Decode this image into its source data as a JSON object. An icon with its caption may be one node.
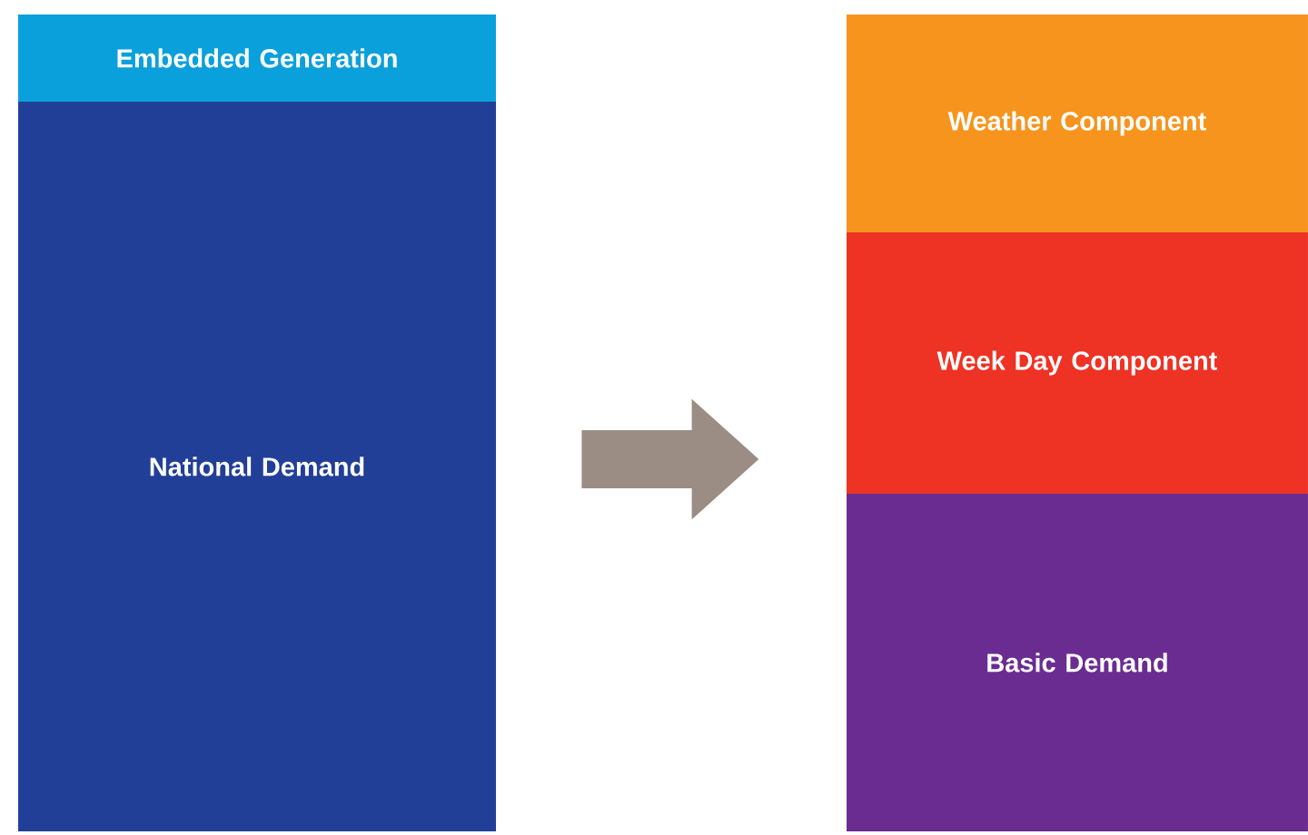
{
  "diagram": {
    "nodes": [
      {
        "text": [
          "Embedded Generation"
        ]
      },
      {
        "text": [
          "National Demand"
        ]
      },
      {
        "text": [
          "Weather Component"
        ]
      },
      {
        "text": [
          "Week Day Component"
        ]
      },
      {
        "text": [
          "Basic Demand"
        ]
      }
    ],
    "edges": [
      {
        "from": 1,
        "to": 3,
        "arrow": "to"
      }
    ]
  }
}
